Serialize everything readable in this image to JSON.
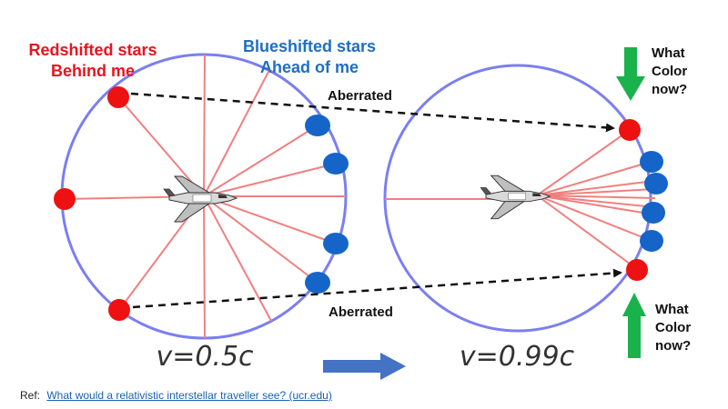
{
  "labels": {
    "redshifted_line1": "Redshifted stars",
    "redshifted_line2": "Behind me",
    "blueshifted_line1": "Blueshifted stars",
    "blueshifted_line2": "Ahead of me",
    "aberrated_top": "Aberrated",
    "aberrated_bottom": "Aberrated",
    "what_color_top": [
      "What",
      "Color",
      "now?"
    ],
    "what_color_bottom": [
      "What",
      "Color",
      "now?"
    ],
    "velocity_left": "v=0.5c",
    "velocity_right": "v=0.99c"
  },
  "reference": {
    "prefix": "Ref:",
    "link_text": "What would a relativistic interstellar traveller see? (ucr.edu)"
  },
  "colors": {
    "circle": "#7b7ff0",
    "ray": "#f08080",
    "red_star": "#ee1111",
    "blue_star": "#1565c8",
    "green_arrow": "#19b24b",
    "blue_arrow": "#4472c4",
    "dashed": "#111111"
  },
  "icons": [
    "space-shuttle-icon"
  ]
}
